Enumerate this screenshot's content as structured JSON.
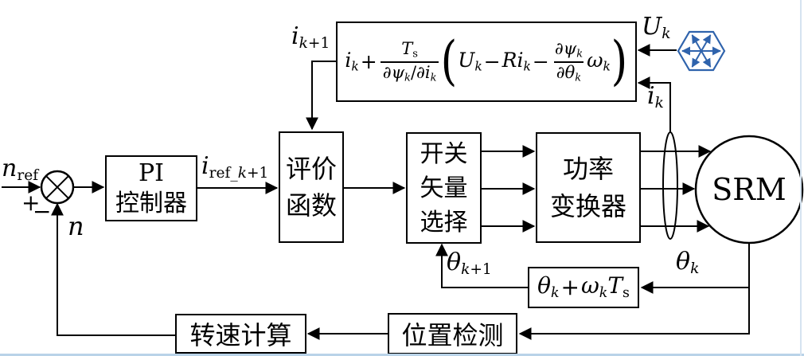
{
  "diagram_title": "SRM model predictive current control block diagram",
  "colors": {
    "line": "#000000",
    "hexagon_blue": "#2f63ac",
    "bottom_rule": "#b9d3e8",
    "right_rule": "#d5e3f0",
    "background": "#ffffff"
  },
  "junction": {
    "plus": "+",
    "minus": "−"
  },
  "labels": {
    "n_ref": {
      "base": "n",
      "sub": "ref"
    },
    "n_fb": {
      "base": "n"
    },
    "i_ref": {
      "base": "i",
      "sub_pre": "ref_",
      "sub_it": "k",
      "sub_post": "+1"
    },
    "i_k1": {
      "base": "i",
      "sub_it": "k",
      "sub_post": "+1"
    },
    "U_k": {
      "base": "U",
      "sub_it": "k"
    },
    "i_k": {
      "base": "i",
      "sub_it": "k"
    },
    "theta_k1": {
      "base": "θ",
      "sub_it": "k",
      "sub_post": "+1"
    },
    "theta_k": {
      "base": "θ",
      "sub_it": "k"
    }
  },
  "blocks": {
    "pi": {
      "line1": "PI",
      "line2": "控制器"
    },
    "eval": {
      "line1": "评价",
      "line2": "函数"
    },
    "switch": {
      "line1": "开关",
      "line2": "矢量",
      "line3": "选择"
    },
    "power": {
      "line1": "功率",
      "line2": "变换器"
    },
    "position": {
      "label": "位置检测"
    },
    "speed": {
      "label": "转速计算"
    },
    "srm": {
      "label": "SRM"
    }
  },
  "predictor": {
    "i": "i",
    "i_s": "k",
    "plus": "+",
    "num": "T",
    "num_s": "s",
    "den1": "∂ψ",
    "den1_s": "k",
    "slash": "/",
    "den2": "∂i",
    "den2_s": "k",
    "lp": "(",
    "U": "U",
    "U_s": "k",
    "m1": "−",
    "Ri": "Ri",
    "Ri_s": "k",
    "m2": "−",
    "n2": "∂ψ",
    "n2_s": "k",
    "d2": "∂θ",
    "d2_s": "k",
    "om": "ω",
    "om_s": "k",
    "rp": ")"
  },
  "theta_update": {
    "t1": "θ",
    "t1_s": "k",
    "plus": "+",
    "t2": "ω",
    "t2_s": "k",
    "t3": "T",
    "t3_s": "s"
  }
}
